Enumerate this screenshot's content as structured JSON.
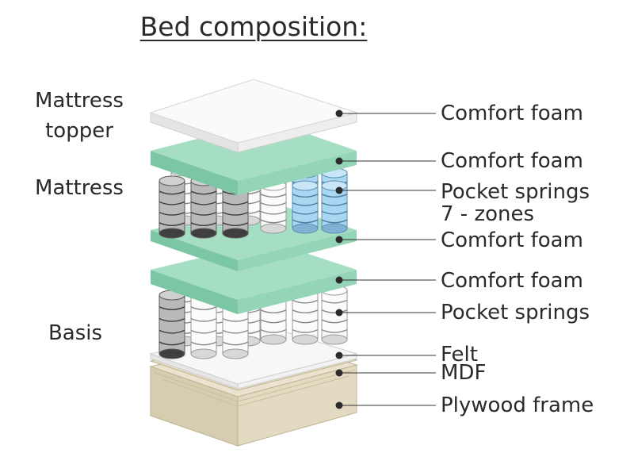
{
  "title": "Bed composition:",
  "sections": {
    "topper": "Mattress\ntopper",
    "mattress": "Mattress",
    "basis": "Basis"
  },
  "layers": [
    {
      "id": "topper-foam",
      "label": "Comfort foam"
    },
    {
      "id": "mattress-top",
      "label": "Comfort foam"
    },
    {
      "id": "pocket-7",
      "label": "Pocket springs\n7 - zones"
    },
    {
      "id": "mattress-bot",
      "label": "Comfort foam"
    },
    {
      "id": "basis-top",
      "label": "Comfort foam"
    },
    {
      "id": "basis-springs",
      "label": "Pocket springs"
    },
    {
      "id": "felt",
      "label": "Felt"
    },
    {
      "id": "mdf",
      "label": "MDF"
    },
    {
      "id": "plywood",
      "label": "Plywood frame"
    }
  ],
  "colors": {
    "foam": "#8fd3b4",
    "topper": "#f2f2f2",
    "springs_dark": "#6b6b6b",
    "springs_light": "#f4f4f4",
    "springs_blue": "#9fd0ee",
    "plywood": "#ddd3b8",
    "leader": "#333333"
  }
}
